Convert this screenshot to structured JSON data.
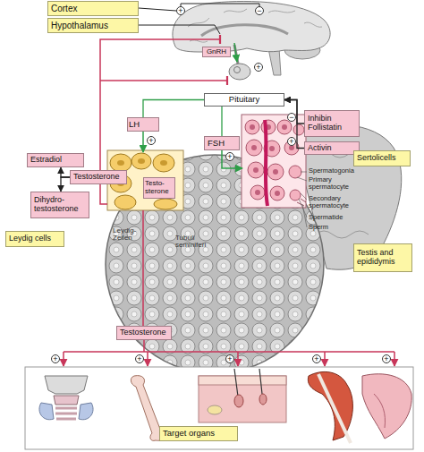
{
  "diagram": {
    "nodes": [
      {
        "text": [
          "Cortex"
        ]
      },
      {
        "text": [
          "Hypothalamus"
        ]
      },
      {
        "text": [
          "GnRH"
        ]
      },
      {
        "text": [
          "Pituitary"
        ]
      },
      {
        "text": [
          "Inhibin Follistatin"
        ]
      },
      {
        "text": [
          "LH"
        ]
      },
      {
        "text": [
          "FSH"
        ]
      },
      {
        "text": [
          "Activin"
        ]
      },
      {
        "text": [
          "Estradiol"
        ]
      },
      {
        "text": [
          "Sertolicells"
        ]
      },
      {
        "text": [
          "Testosterone"
        ]
      },
      {
        "text": [
          "Testo-sterone"
        ]
      },
      {
        "text": [
          "Dihydro-testosterone"
        ]
      },
      {
        "text": [
          "Leydig cells"
        ]
      },
      {
        "text": [
          "Testis and epididymis"
        ]
      },
      {
        "text": [
          "Testosterone"
        ]
      },
      {
        "text": [
          "Target organs"
        ]
      }
    ],
    "edges": [
      {
        "from": 10,
        "to": 8,
        "arrow": "to"
      },
      {
        "from": 10,
        "to": 12,
        "arrow": "to"
      },
      {
        "from": 3,
        "to": 5,
        "arrow": "none"
      },
      {
        "from": 3,
        "to": 6,
        "arrow": "none"
      },
      {
        "from": 4,
        "to": 3,
        "arrow": "to"
      },
      {
        "from": 7,
        "to": 3,
        "arrow": "to"
      }
    ],
    "labels": [
      "Spermatogonia",
      "Primary spermatocyte",
      "Secondary spermatocyte",
      "Spermatide",
      "Sperm",
      "Leydig-Zellen",
      "Tubuli seminiferi",
      "+",
      "−",
      "+",
      "−",
      "+",
      "+",
      "+",
      "+",
      "+",
      "+",
      "+",
      "+"
    ]
  }
}
